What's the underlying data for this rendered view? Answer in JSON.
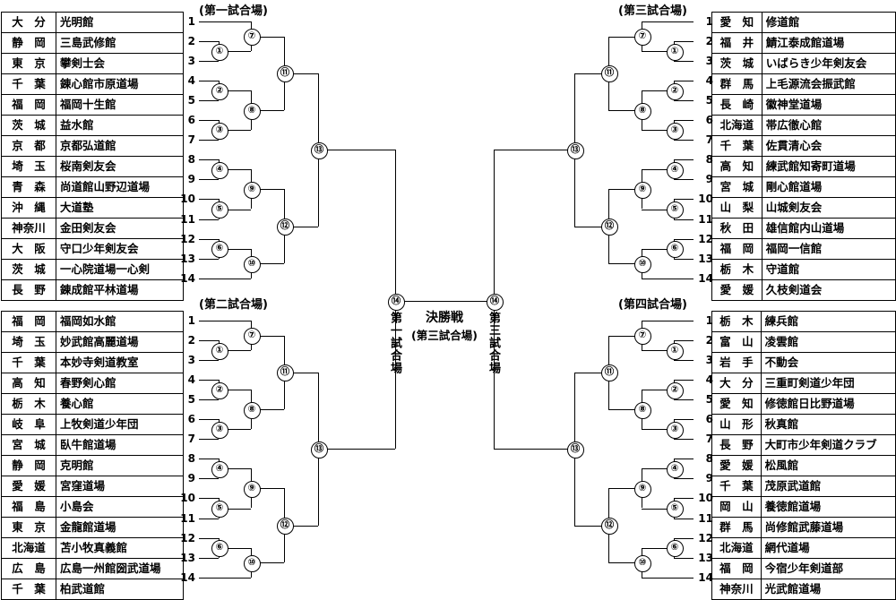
{
  "venues": {
    "v1_caption": "(第一試合場)",
    "v2_caption": "(第二試合場)",
    "v3_caption": "(第三試合場)",
    "v4_caption": "(第四試合場)"
  },
  "final": {
    "title": "決勝戦",
    "subtitle": "(第三試合場)",
    "left_label": "第一試合場",
    "right_label": "第三試合場",
    "left_match": "⑭",
    "right_match": "⑭"
  },
  "seeds": [
    "1",
    "2",
    "3",
    "4",
    "5",
    "6",
    "7",
    "8",
    "9",
    "10",
    "11",
    "12",
    "13",
    "14"
  ],
  "match_numbers": [
    "①",
    "②",
    "③",
    "④",
    "⑤",
    "⑥",
    "⑦",
    "⑧",
    "⑨",
    "⑩",
    "⑪",
    "⑫",
    "⑬",
    "⑭"
  ],
  "table1": [
    {
      "pref": "大　分",
      "name": "光明館"
    },
    {
      "pref": "静　岡",
      "name": "三島武修館"
    },
    {
      "pref": "東　京",
      "name": "攀剣士会"
    },
    {
      "pref": "千　葉",
      "name": "錬心館市原道場"
    },
    {
      "pref": "福　岡",
      "name": "福岡十生館"
    },
    {
      "pref": "茨　城",
      "name": "益水館"
    },
    {
      "pref": "京　都",
      "name": "京都弘道館"
    },
    {
      "pref": "埼　玉",
      "name": "桜南剣友会"
    },
    {
      "pref": "青　森",
      "name": "尚道館山野辺道場"
    },
    {
      "pref": "沖　縄",
      "name": "大道塾"
    },
    {
      "pref": "神奈川",
      "name": "金田剣友会"
    },
    {
      "pref": "大　阪",
      "name": "守口少年剣友会"
    },
    {
      "pref": "茨　城",
      "name": "一心院道場一心剣"
    },
    {
      "pref": "長　野",
      "name": "錬成館平林道場"
    }
  ],
  "table2": [
    {
      "pref": "福　岡",
      "name": "福岡如水館"
    },
    {
      "pref": "埼　玉",
      "name": "妙武館高麗道場"
    },
    {
      "pref": "千　葉",
      "name": "本妙寺剣道教室"
    },
    {
      "pref": "高　知",
      "name": "春野剣心館"
    },
    {
      "pref": "栃　木",
      "name": "養心館"
    },
    {
      "pref": "岐　阜",
      "name": "上牧剣道少年団"
    },
    {
      "pref": "宮　城",
      "name": "臥牛館道場"
    },
    {
      "pref": "静　岡",
      "name": "克明館"
    },
    {
      "pref": "愛　媛",
      "name": "宮窪道場"
    },
    {
      "pref": "福　島",
      "name": "小島会"
    },
    {
      "pref": "東　京",
      "name": "金龍館道場"
    },
    {
      "pref": "北海道",
      "name": "苫小牧真義館"
    },
    {
      "pref": "広　島",
      "name": "広島一州館圀武道場"
    },
    {
      "pref": "千　葉",
      "name": "柏武道館"
    }
  ],
  "table3": [
    {
      "pref": "愛　知",
      "name": "修道館"
    },
    {
      "pref": "福　井",
      "name": "鯖江泰成館道場"
    },
    {
      "pref": "茨　城",
      "name": "いばらき少年剣友会"
    },
    {
      "pref": "群　馬",
      "name": "上毛源流会振武館"
    },
    {
      "pref": "長　崎",
      "name": "徽神堂道場"
    },
    {
      "pref": "北海道",
      "name": "帯広徹心館"
    },
    {
      "pref": "千　葉",
      "name": "佐貫清心会"
    },
    {
      "pref": "高　知",
      "name": "練武館知寄町道場"
    },
    {
      "pref": "宮　城",
      "name": "剛心館道場"
    },
    {
      "pref": "山　梨",
      "name": "山城剣友会"
    },
    {
      "pref": "秋　田",
      "name": "雄信館内山道場"
    },
    {
      "pref": "福　岡",
      "name": "福岡一信館"
    },
    {
      "pref": "栃　木",
      "name": "守道館"
    },
    {
      "pref": "愛　媛",
      "name": "久枝剣道会"
    }
  ],
  "table4": [
    {
      "pref": "栃　木",
      "name": "練兵館"
    },
    {
      "pref": "富　山",
      "name": "凌雲館"
    },
    {
      "pref": "岩　手",
      "name": "不動会"
    },
    {
      "pref": "大　分",
      "name": "三重町剣道少年団"
    },
    {
      "pref": "愛　知",
      "name": "修徳館日比野道場"
    },
    {
      "pref": "山　形",
      "name": "秋真館"
    },
    {
      "pref": "長　野",
      "name": "大町市少年剣道クラブ"
    },
    {
      "pref": "愛　媛",
      "name": "松風館"
    },
    {
      "pref": "千　葉",
      "name": "茂原武道館"
    },
    {
      "pref": "岡　山",
      "name": "養徳館道場"
    },
    {
      "pref": "群　馬",
      "name": "尚修館武藤道場"
    },
    {
      "pref": "北海道",
      "name": "網代道場"
    },
    {
      "pref": "福　岡",
      "name": "今宿少年剣道部"
    },
    {
      "pref": "神奈川",
      "name": "光武館道場"
    }
  ]
}
